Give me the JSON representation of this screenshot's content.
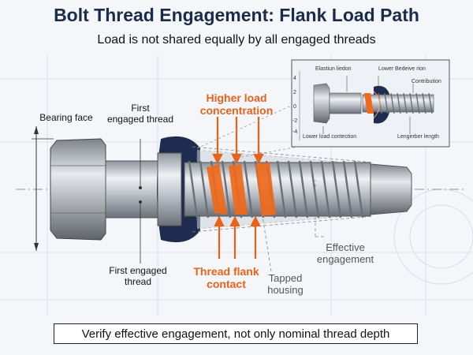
{
  "title": "Bolt Thread Engagement: Flank Load Path",
  "subtitle": "Load is not shared equally by all engaged threads",
  "labels": {
    "bearing_face": "Bearing face",
    "first_engaged_top_1": "First",
    "first_engaged_top_2": "engaged thread",
    "first_engaged_bottom_1": "First engaged",
    "first_engaged_bottom_2": "thread",
    "higher_load_1": "Higher load",
    "higher_load_2": "concentration",
    "thread_flank_1": "Thread flank",
    "thread_flank_2": "contact",
    "tapped_1": "Tapped",
    "tapped_2": "housing",
    "effective_1": "Effective",
    "effective_2": "engagement"
  },
  "inset": {
    "elastic": "Elastiun liedon",
    "lower_bedeive": "Lower Bedeive rion",
    "contribution": "Contribution",
    "lower_load": "Lower load contection",
    "lengerber": "Lengerber length",
    "ticks": [
      "4",
      "2",
      "0",
      "-2",
      "-4"
    ]
  },
  "footer": "Verify effective engagement, not only nominal thread depth",
  "colors": {
    "accent": "#e8621a",
    "navy": "#1e2d4f",
    "steel": "#b9bec6"
  }
}
